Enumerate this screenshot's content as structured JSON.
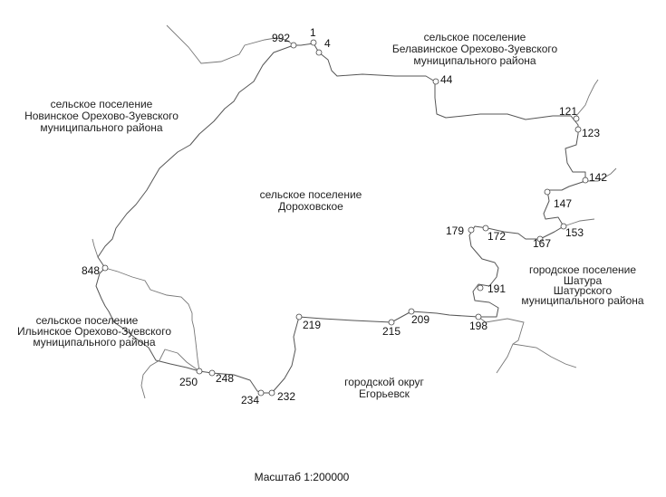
{
  "regions": {
    "center": [
      "сельское поселение",
      "Дороховское"
    ],
    "north_east": [
      "сельское поселение",
      "Белавинское Орехово-Зуевского",
      "муниципального района"
    ],
    "north_west": [
      "сельское поселение",
      "Новинское Орехово-Зуевского",
      "муниципального района"
    ],
    "east": [
      "городское поселение",
      "Шатура",
      "Шатурского",
      "муниципального района"
    ],
    "south_west": [
      "сельское поселение",
      "Ильинское Орехово-Зуевского",
      "муниципального района"
    ],
    "south": [
      "городской округ",
      "Егорьевск"
    ]
  },
  "points": [
    "992",
    "1",
    "4",
    "44",
    "121",
    "123",
    "142",
    "147",
    "153",
    "167",
    "172",
    "179",
    "191",
    "198",
    "209",
    "215",
    "219",
    "232",
    "234",
    "248",
    "250",
    "848"
  ],
  "scale": "Масштаб 1:200000"
}
